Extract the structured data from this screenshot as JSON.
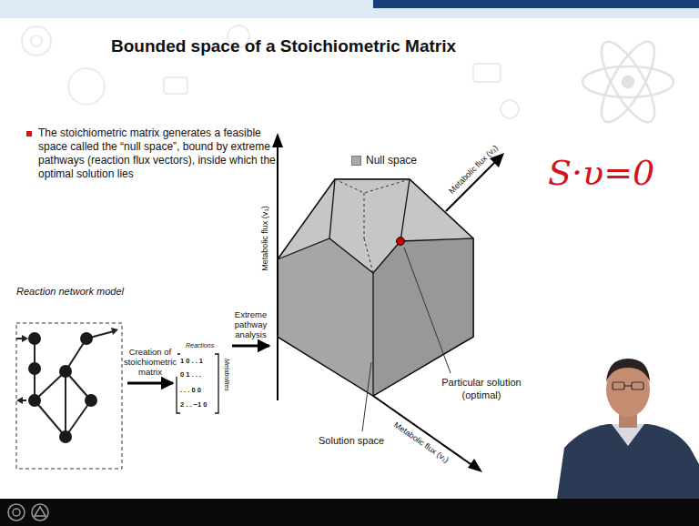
{
  "diagram": {
    "title": "Bounded space of a Stoichiometric Matrix",
    "nodes": [
      {
        "text": [
          "Reaction network model"
        ]
      },
      {
        "text": [
          "Reactions",
          "1 0 . . 1",
          "0 1 . . .",
          ". . . 0 0",
          "2 . . −1 0",
          "Metabolites"
        ]
      },
      {
        "text": [
          "Solution space",
          "Particular solution (optimal)"
        ]
      }
    ],
    "edges": [
      {
        "from": 0,
        "to": 1,
        "arrow": "to",
        "label": "Creation of stoichiometric matrix"
      },
      {
        "from": 1,
        "to": 2,
        "arrow": "to",
        "label": "Extreme pathway analysis"
      }
    ],
    "labels": [
      "The stoichiometric matrix generates a feasible space called the “null space”, bound by extreme pathways (reaction flux vectors), inside which the optimal solution lies",
      "S·υ=0",
      "Metabolic flux (v₃)",
      "Metabolic flux (v₂)",
      "Metabolic flux (v₁)"
    ],
    "legend": [
      {
        "text": "Null space",
        "color": "#a9a9a9"
      }
    ]
  }
}
